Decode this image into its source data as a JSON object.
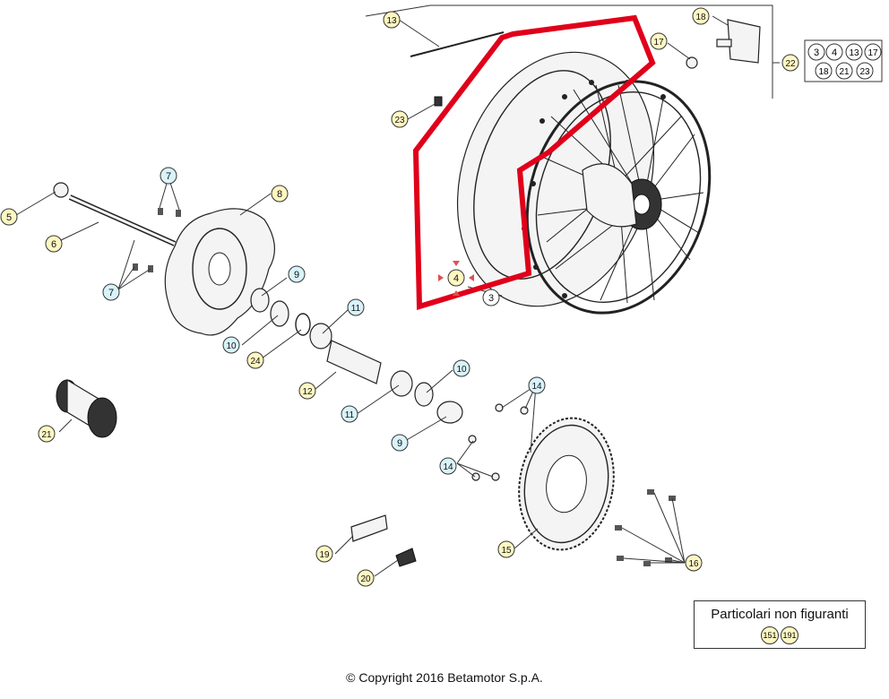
{
  "callouts": [
    {
      "label": "13",
      "color": "#fff7c2"
    },
    {
      "label": "18",
      "color": "#fff7c2"
    },
    {
      "label": "17",
      "color": "#fff7c2"
    },
    {
      "label": "22",
      "color": "#fff7c2"
    },
    {
      "label": "23",
      "color": "#fff7c2"
    },
    {
      "label": "7",
      "color": "#d9f3fb"
    },
    {
      "label": "8",
      "color": "#fff7c2"
    },
    {
      "label": "5",
      "color": "#fff7c2"
    },
    {
      "label": "6",
      "color": "#fff7c2"
    },
    {
      "label": "7",
      "color": "#d9f3fb"
    },
    {
      "label": "9",
      "color": "#d9f3fb"
    },
    {
      "label": "4",
      "color": "#fff7c2"
    },
    {
      "label": "3",
      "color": "#ffffff"
    },
    {
      "label": "11",
      "color": "#d9f3fb"
    },
    {
      "label": "10",
      "color": "#d9f3fb"
    },
    {
      "label": "24",
      "color": "#fff7c2"
    },
    {
      "label": "10",
      "color": "#d9f3fb"
    },
    {
      "label": "12",
      "color": "#fff7c2"
    },
    {
      "label": "14",
      "color": "#d9f3fb"
    },
    {
      "label": "11",
      "color": "#d9f3fb"
    },
    {
      "label": "9",
      "color": "#d9f3fb"
    },
    {
      "label": "21",
      "color": "#fff7c2"
    },
    {
      "label": "14",
      "color": "#d9f3fb"
    },
    {
      "label": "15",
      "color": "#fff7c2"
    },
    {
      "label": "16",
      "color": "#fff7c2"
    },
    {
      "label": "19",
      "color": "#fff7c2"
    },
    {
      "label": "20",
      "color": "#fff7c2"
    }
  ],
  "kit_group": {
    "label": "22",
    "members": [
      "3",
      "4",
      "13",
      "17",
      "18",
      "21",
      "23"
    ]
  },
  "legend": {
    "title": "Particolari non figuranti",
    "badges": [
      "151",
      "191"
    ]
  },
  "footer": {
    "copyright": "© Copyright 2016 Betamotor S.p.A."
  },
  "highlight_color": "#e0001a",
  "badge_yellow": "#fff7c2",
  "badge_blue": "#d9f3fb"
}
